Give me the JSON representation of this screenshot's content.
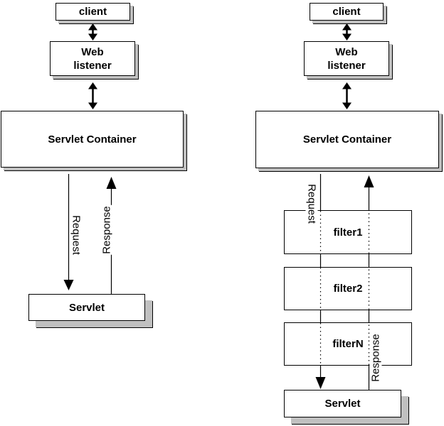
{
  "colors": {
    "background": "#ffffff",
    "box_fill": "#ffffff",
    "box_border": "#000000",
    "shadow": "#c0c0c0",
    "arrow": "#000000",
    "text": "#000000"
  },
  "left_diagram": {
    "client": "client",
    "web_listener_line1": "Web",
    "web_listener_line2": "listener",
    "servlet_container": "Servlet Container",
    "servlet": "Servlet",
    "request_label": "Request",
    "response_label": "Response"
  },
  "right_diagram": {
    "client": "client",
    "web_listener_line1": "Web",
    "web_listener_line2": "listener",
    "servlet_container": "Servlet Container",
    "filters": [
      "filter1",
      "filter2",
      "filterN"
    ],
    "servlet": "Servlet",
    "request_label": "Request",
    "response_label": "Response"
  }
}
